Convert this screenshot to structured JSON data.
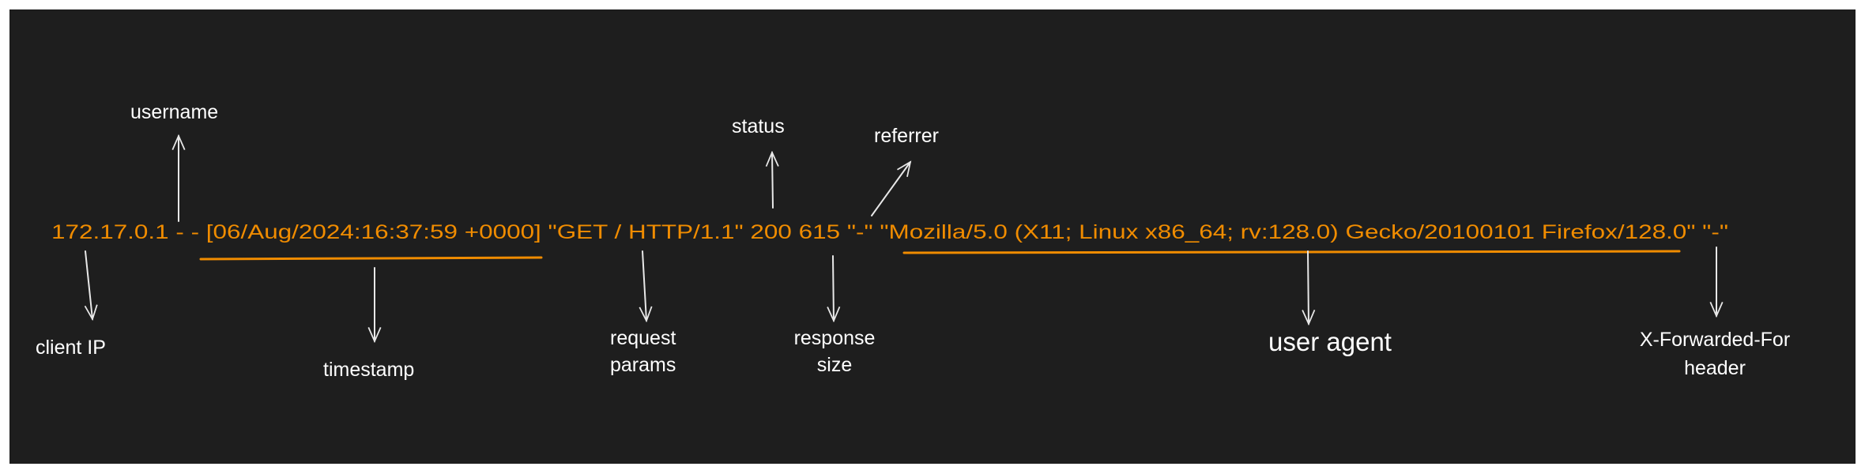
{
  "log_line": "172.17.0.1 - - [06/Aug/2024:16:37:59 +0000] \"GET / HTTP/1.1\" 200 615 \"-\" \"Mozilla/5.0 (X11; Linux x86_64; rv:128.0) Gecko/20100101 Firefox/128.0\" \"-\"",
  "labels": {
    "username": "username",
    "client_ip": "client IP",
    "timestamp": "timestamp",
    "request_params_1": "request",
    "request_params_2": "params",
    "status": "status",
    "referrer": "referrer",
    "response_size_1": "response",
    "response_size_2": "size",
    "user_agent": "user agent",
    "xff_1": "X-Forwarded-For",
    "xff_2": "header"
  },
  "colors": {
    "background": "#1e1e1e",
    "log_text": "#f08c00",
    "labels": "#ffffff"
  }
}
